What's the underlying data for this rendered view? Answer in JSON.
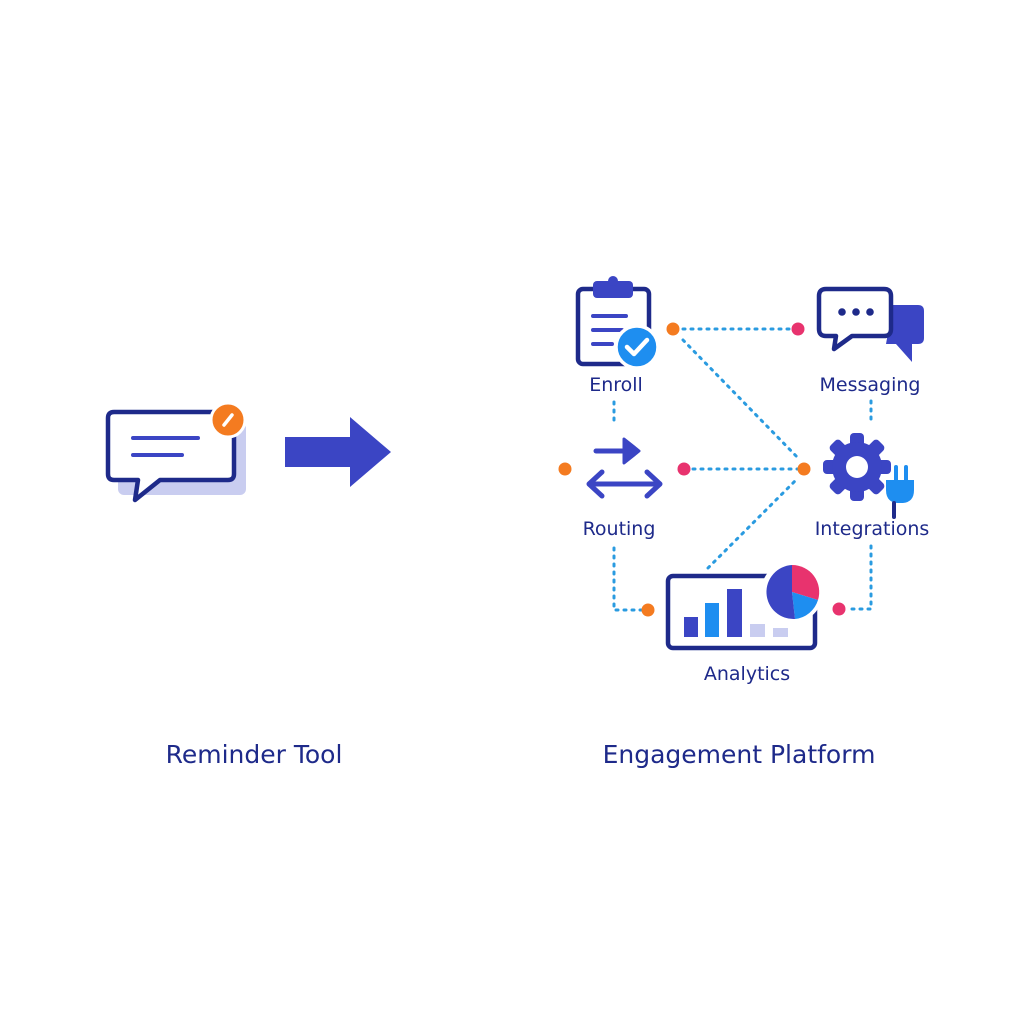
{
  "colors": {
    "navy": "#1e2a8a",
    "indigo": "#3b45c4",
    "lavender": "#c9cdf0",
    "blue": "#1e8ef0",
    "orange": "#f47b20",
    "pink": "#e8336e",
    "link_blue": "#2a9be0"
  },
  "left": {
    "caption": "Reminder Tool",
    "icon": "chat-bubble-notification-icon"
  },
  "transition": {
    "icon": "arrow-right-icon"
  },
  "right": {
    "caption": "Engagement Platform",
    "nodes": {
      "enroll": {
        "label": "Enroll",
        "icon": "clipboard-check-icon"
      },
      "messaging": {
        "label": "Messaging",
        "icon": "chat-bubbles-icon"
      },
      "routing": {
        "label": "Routing",
        "icon": "swap-arrows-icon"
      },
      "integrations": {
        "label": "Integrations",
        "icon": "gear-plug-icon"
      },
      "analytics": {
        "label": "Analytics",
        "icon": "chart-dashboard-icon"
      }
    }
  }
}
